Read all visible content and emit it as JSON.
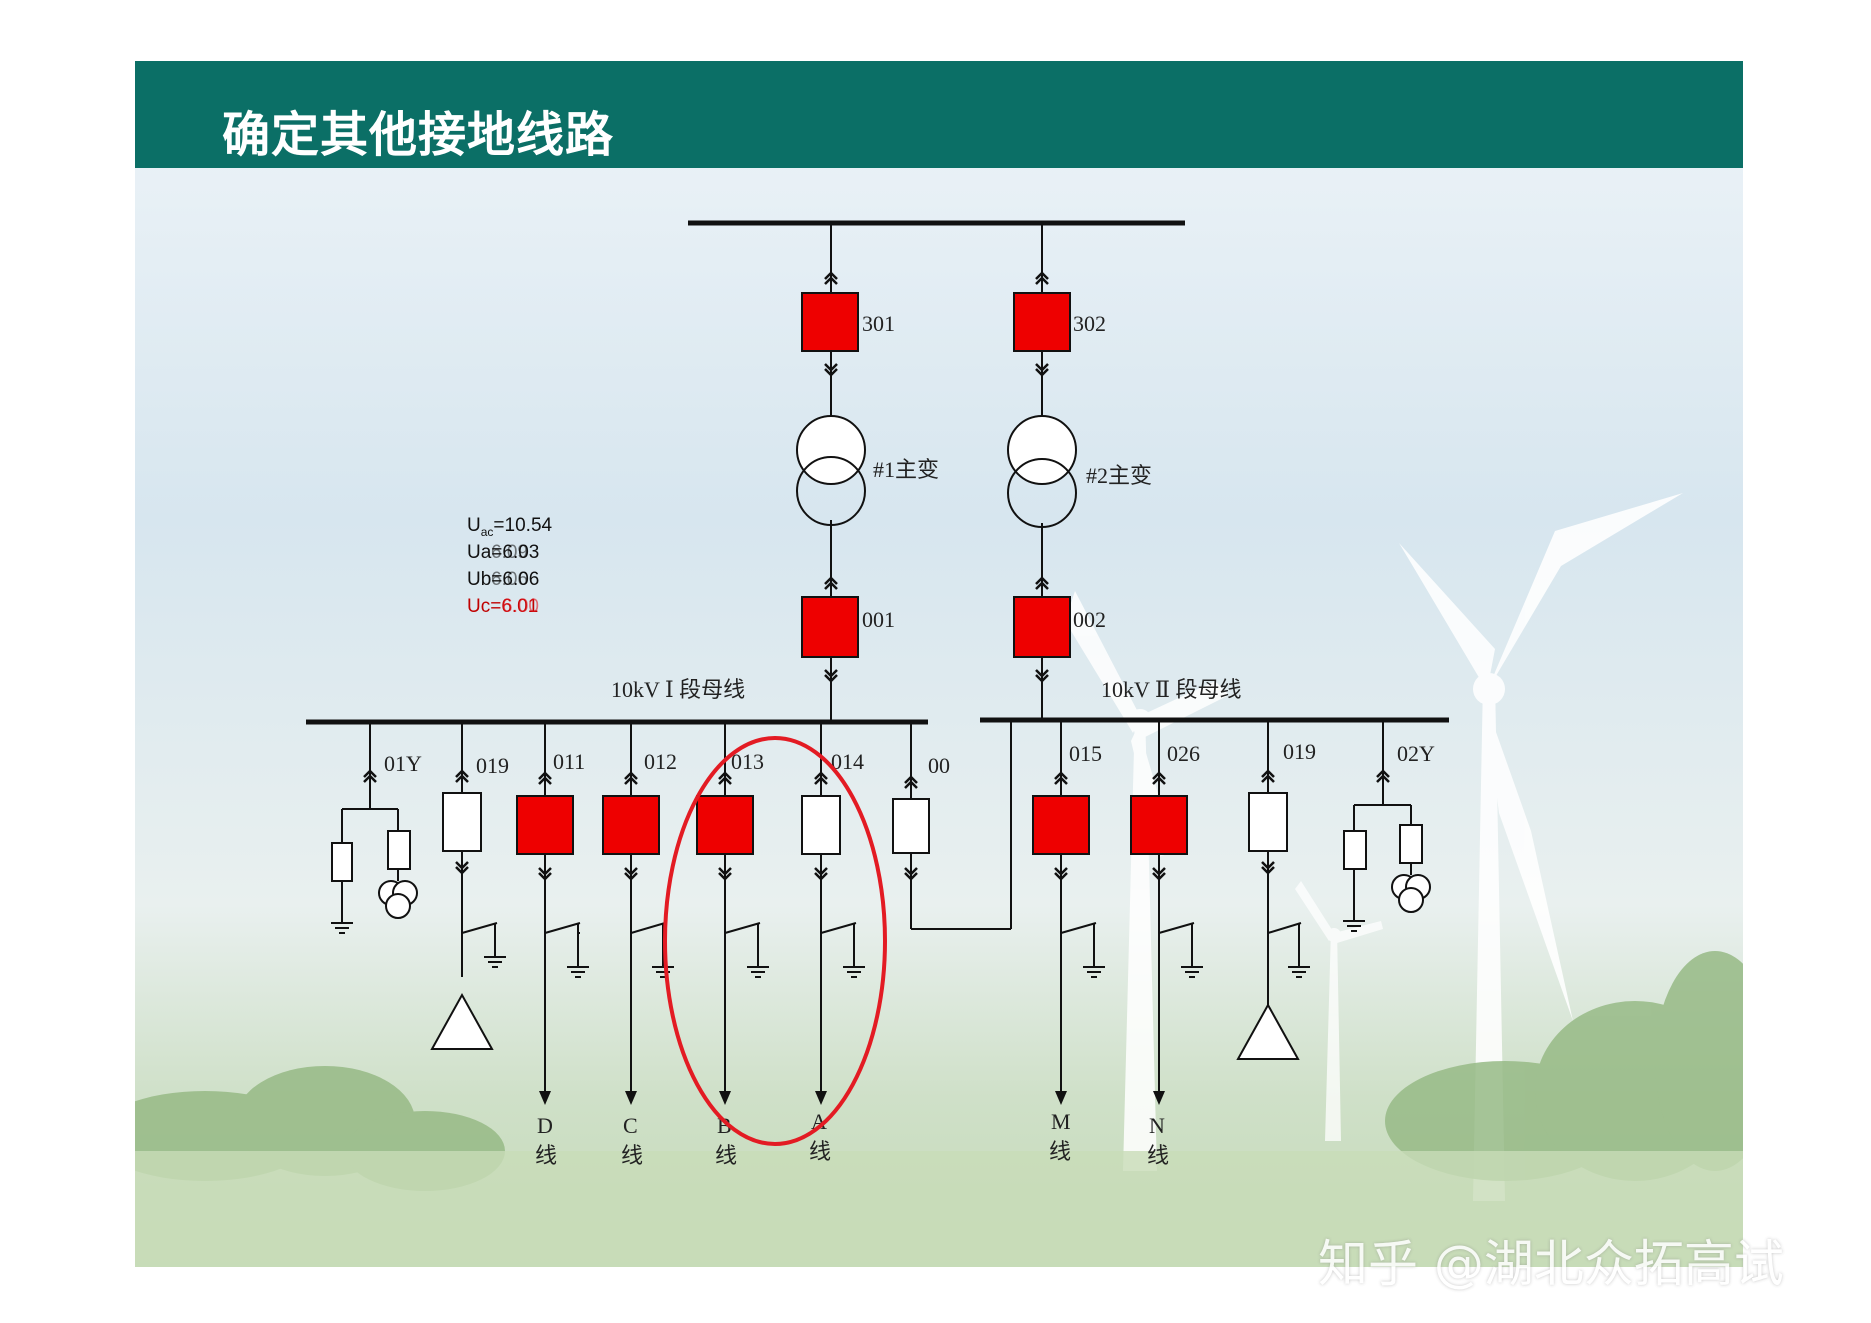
{
  "slide": {
    "title": "确定其他接地线路",
    "watermark": "知乎 @湖北众拓高试"
  },
  "colors": {
    "header": "#0b6f66",
    "breaker_closed": "#ee0000",
    "breaker_open": "#ffffff",
    "highlight_circle": "#e31b23",
    "uc_text": "#c00000"
  },
  "transformers": {
    "t1": {
      "hv_breaker": "301",
      "name": "#1主变",
      "lv_breaker": "001"
    },
    "t2": {
      "hv_breaker": "302",
      "name": "#2主变",
      "lv_breaker": "002"
    }
  },
  "buses": {
    "bus1": "10kV Ⅰ 段母线",
    "bus2": "10kV Ⅱ 段母线",
    "bus_tie": "00"
  },
  "readings": {
    "uac": "10.54",
    "ua": "6.03",
    "ub": "6.06",
    "uc": "6.01",
    "ua_overprint": "6.09",
    "ub_overprint": "6.06",
    "uc_overprint": "6.00"
  },
  "feeders": {
    "f01y": "01Y",
    "f019a": "019",
    "f011": {
      "code": "011",
      "line": "D",
      "suffix": "线"
    },
    "f012": {
      "code": "012",
      "line": "C",
      "suffix": "线"
    },
    "f013": {
      "code": "013",
      "line": "B",
      "suffix": "线"
    },
    "f014": {
      "code": "014",
      "line": "A",
      "suffix": "线"
    },
    "f015": {
      "code": "015",
      "line": "M",
      "suffix": "线"
    },
    "f026": {
      "code": "026",
      "line": "N",
      "suffix": "线"
    },
    "f019b": "019",
    "f02y": "02Y"
  }
}
